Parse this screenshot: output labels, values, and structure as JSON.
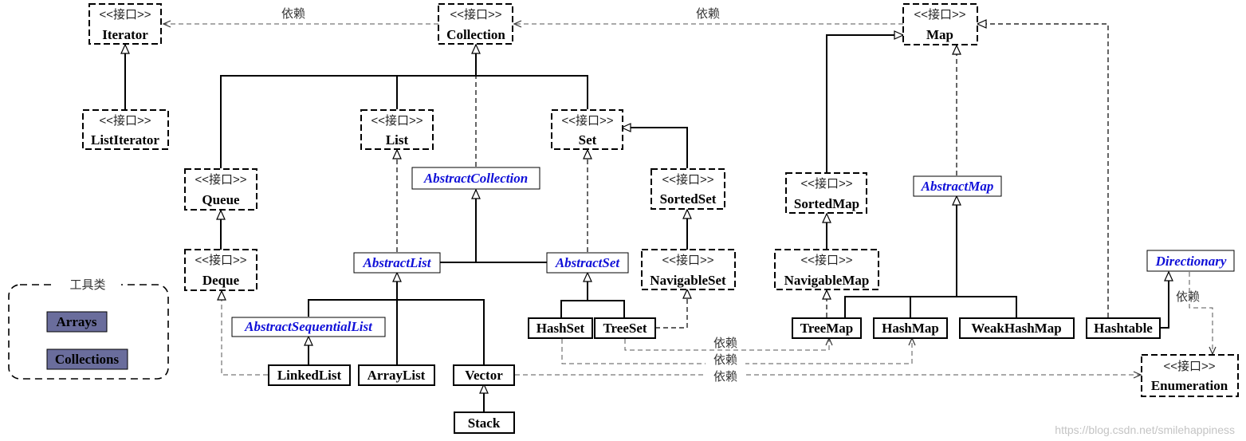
{
  "stereotype": "<<接口>>",
  "relation_label": "依赖",
  "utility_title": "工具类",
  "watermark": "https://blog.csdn.net/smilehappiness",
  "interfaces": {
    "iterator": "Iterator",
    "listiterator": "ListIterator",
    "collection": "Collection",
    "queue": "Queue",
    "deque": "Deque",
    "list": "List",
    "set": "Set",
    "sortedset": "SortedSet",
    "navigableset": "NavigableSet",
    "map": "Map",
    "sortedmap": "SortedMap",
    "navigablemap": "NavigableMap",
    "enumeration": "Enumeration"
  },
  "abstract_classes": {
    "abstractcollection": "AbstractCollection",
    "abstractlist": "AbstractList",
    "abstractset": "AbstractSet",
    "abstractsequentiallist": "AbstractSequentialList",
    "abstractmap": "AbstractMap",
    "dictionary": "Directionary"
  },
  "classes": {
    "linkedlist": "LinkedList",
    "arraylist": "ArrayList",
    "vector": "Vector",
    "stack": "Stack",
    "hashset": "HashSet",
    "treeset": "TreeSet",
    "treemap": "TreeMap",
    "hashmap": "HashMap",
    "weakhashmap": "WeakHashMap",
    "hashtable": "Hashtable"
  },
  "utilities": {
    "arrays": "Arrays",
    "collections": "Collections"
  },
  "colors": {
    "abstract_text": "#1010d8",
    "utility_fill": "#6a6d9c"
  }
}
